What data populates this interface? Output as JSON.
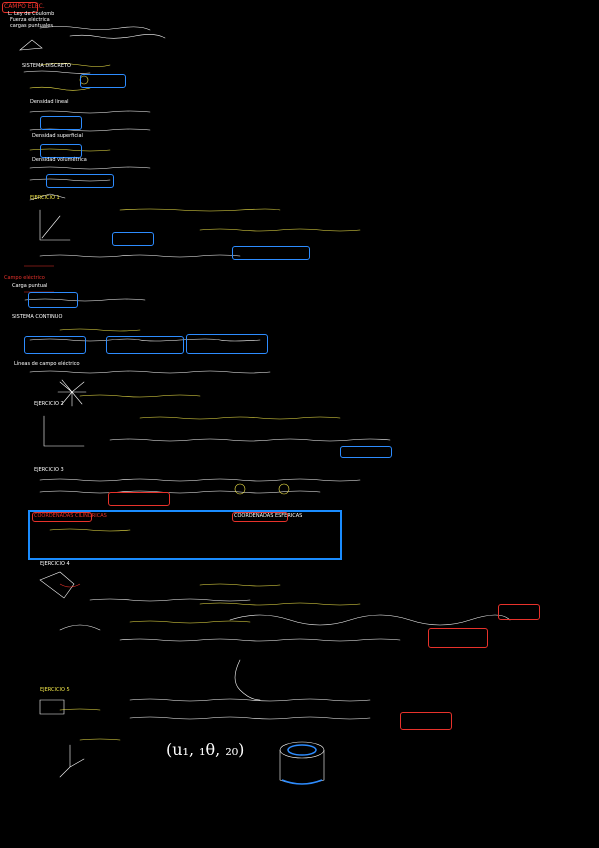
{
  "header": {
    "title": "CAMPO ELÉC.",
    "subtitle_1": "L. Ley de Coulomb",
    "subtitle_2": "Fuerza eléctrica",
    "subtitle_3": "cargas puntuales"
  },
  "notes": {
    "sistema_discreto": "SISTEMA DISCRETO",
    "sistema_continuo": "SISTEMA CONTINUO",
    "densidad_lineal": "Densidad lineal",
    "densidad_superficial": "Densidad superficial",
    "densidad_volumetrica": "Densidad volumétrica",
    "ejercicio_1": "EJERCICIO 1",
    "campo_electrico": "Campo eléctrico",
    "carga_puntual": "Carga puntual",
    "sistema_continuo_2": "SISTEMA CONTINUO",
    "lineas_campo": "Líneas de campo eléctrico",
    "ejercicio_2": "EJERCICIO 2",
    "ejercicio_3": "EJERCICIO 3",
    "coord_cilindricas": "COORDENADAS CILÍNDRICAS",
    "coord_esfericas": "COORDENADAS ESFÉRICAS",
    "ejercicio_4": "EJERCICIO 4",
    "ejercicio_5": "EJERCICIO 5",
    "coords_label": "(u₁, ₁θ, ₂₀)"
  },
  "colors": {
    "background": "#000000",
    "ink_white": "#ffffff",
    "ink_yellow": "#f5e94a",
    "ink_red": "#e8322b",
    "ink_blue": "#2d8cff"
  }
}
